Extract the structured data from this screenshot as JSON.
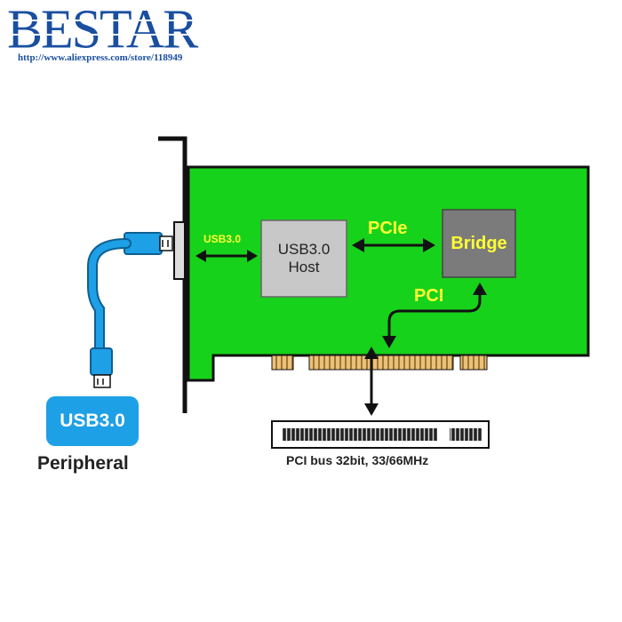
{
  "brand": {
    "logo_text": "BESTAR",
    "url": "http://www.aliexpress.com/store/118949"
  },
  "diagram": {
    "usb_link_label": "USB3.0",
    "host_line1": "USB3.0",
    "host_line2": "Host",
    "pcie_label": "PCIe",
    "bridge_label": "Bridge",
    "pci_label": "PCI",
    "peripheral_badge": "USB3.0",
    "peripheral_label": "Peripheral",
    "bus_label": "PCI bus 32bit, 33/66MHz"
  },
  "colors": {
    "brand_blue": "#1a4fa0",
    "board_green": "#17d21a",
    "label_yellow": "#ffff33",
    "cable_blue": "#1ea0e6",
    "chip_gray": "#c8c8c8",
    "bridge_gray": "#7b7b7b"
  }
}
